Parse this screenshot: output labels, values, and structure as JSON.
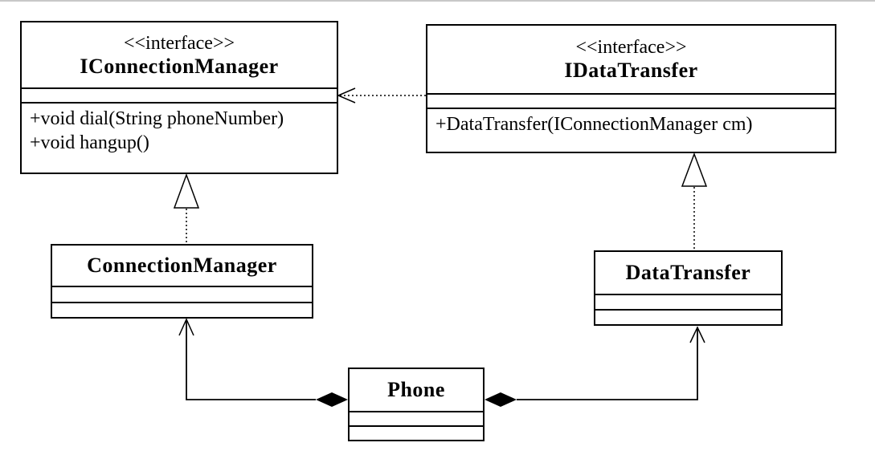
{
  "diagram": {
    "classes": {
      "iconnection_manager": {
        "stereotype": "<<interface>>",
        "name": "IConnectionManager",
        "operations": [
          "+void dial(String phoneNumber)",
          "+void hangup()"
        ]
      },
      "idata_transfer": {
        "stereotype": "<<interface>>",
        "name": "IDataTransfer",
        "operations": [
          "+DataTransfer(IConnectionManager cm)"
        ]
      },
      "connection_manager": {
        "name": "ConnectionManager"
      },
      "data_transfer": {
        "name": "DataTransfer"
      },
      "phone": {
        "name": "Phone"
      }
    },
    "relationships": [
      {
        "type": "dependency",
        "from": "IDataTransfer",
        "to": "IConnectionManager"
      },
      {
        "type": "realization",
        "from": "ConnectionManager",
        "to": "IConnectionManager"
      },
      {
        "type": "realization",
        "from": "DataTransfer",
        "to": "IDataTransfer"
      },
      {
        "type": "composition",
        "from": "Phone",
        "to": "ConnectionManager"
      },
      {
        "type": "composition",
        "from": "Phone",
        "to": "DataTransfer"
      }
    ]
  }
}
